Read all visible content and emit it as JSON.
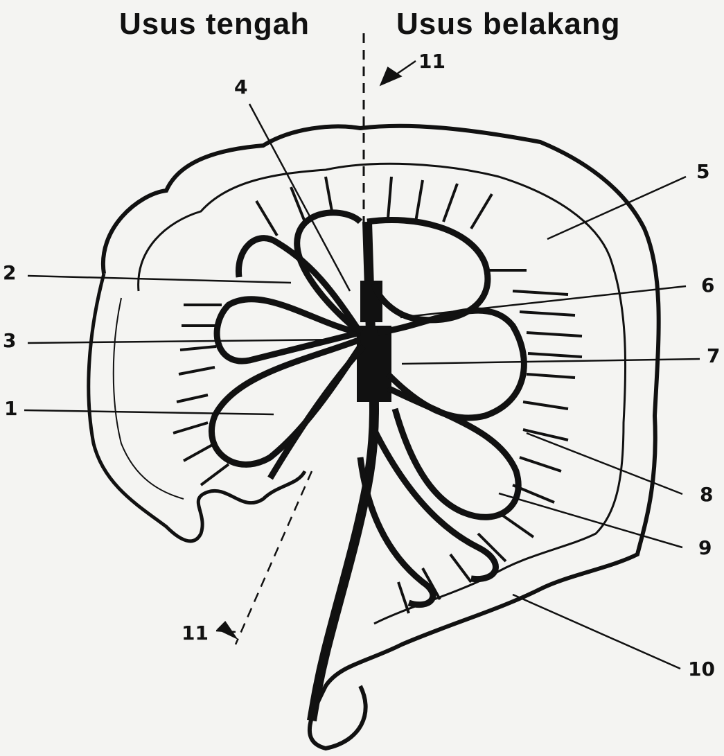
{
  "titles": {
    "left": "Usus tengah",
    "right": "Usus belakang"
  },
  "labels": {
    "l1": "1",
    "l2": "2",
    "l3": "3",
    "l4": "4",
    "l5": "5",
    "l6": "6",
    "l7": "7",
    "l8": "8",
    "l9": "9",
    "l10": "10",
    "l11_top": "11",
    "l11_bottom": "11"
  },
  "colors": {
    "ink": "#111111",
    "paper": "#f4f4f2"
  }
}
